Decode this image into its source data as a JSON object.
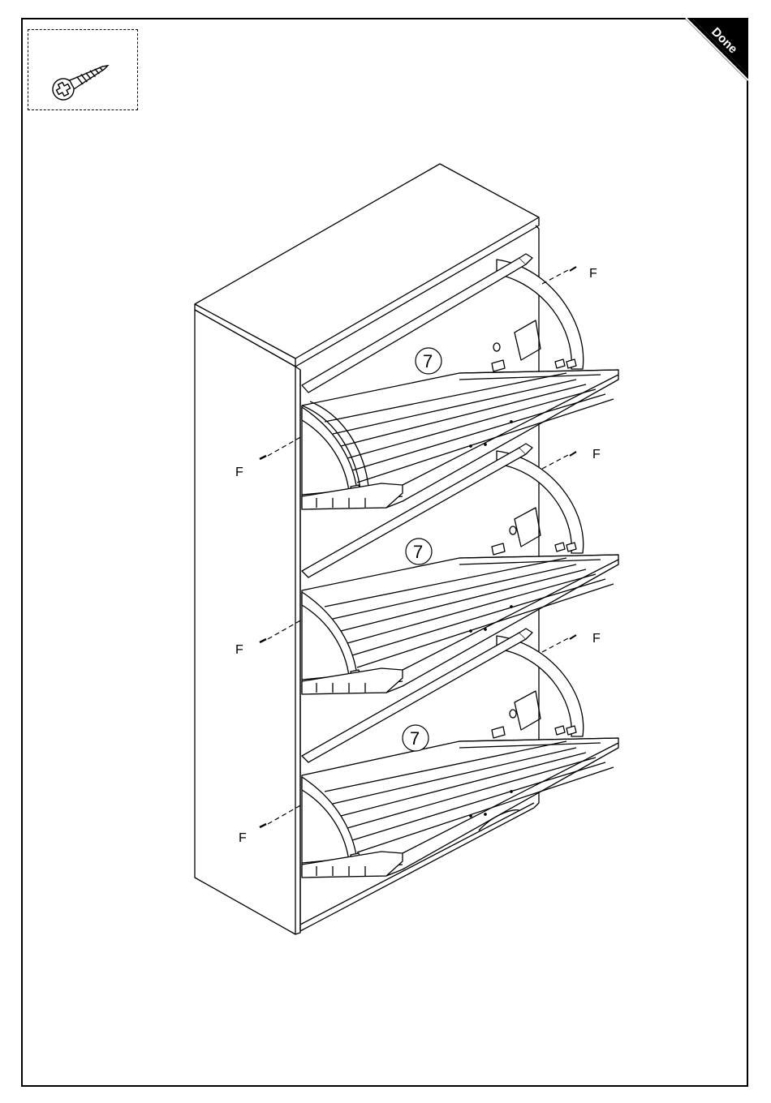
{
  "corner_badge": {
    "label": "Done",
    "color": "#000000"
  },
  "parts_list": {
    "item_icon": "screw-icon"
  },
  "screw_label": "F",
  "part_number": "7",
  "screws": [
    {
      "label": "F"
    },
    {
      "label": "F"
    },
    {
      "label": "F"
    },
    {
      "label": "F"
    },
    {
      "label": "F"
    },
    {
      "label": "F"
    }
  ],
  "drawers": [
    {
      "number": "7"
    },
    {
      "number": "7"
    },
    {
      "number": "7"
    }
  ]
}
